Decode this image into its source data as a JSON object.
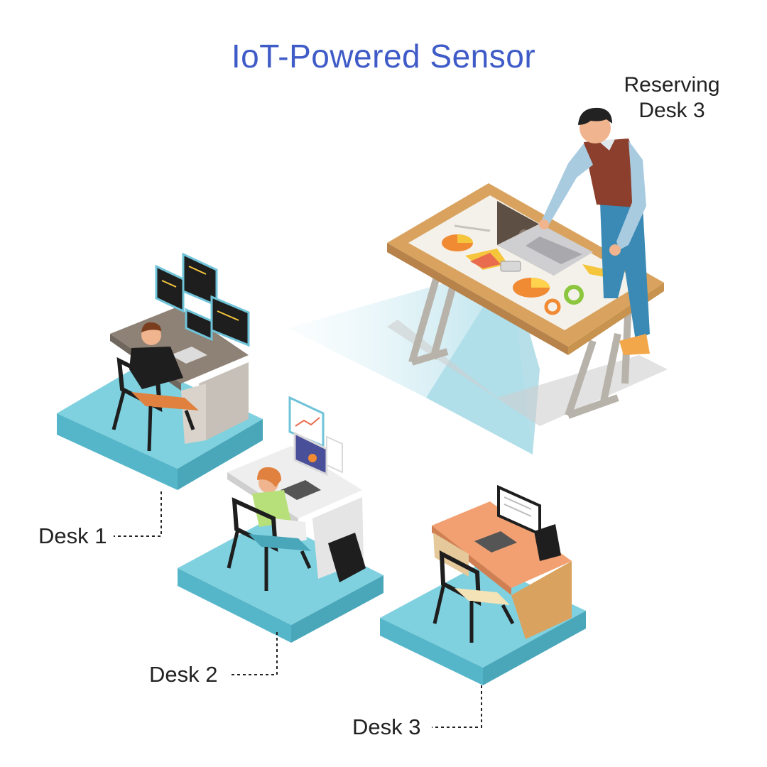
{
  "title": "IoT-Powered Sensor",
  "reservation": {
    "line1": "Reserving",
    "line2": "Desk 3"
  },
  "desks": [
    {
      "label": "Desk 1"
    },
    {
      "label": "Desk 2"
    },
    {
      "label": "Desk 3"
    }
  ],
  "colors": {
    "title": "#3f5bc7",
    "platform_top": "#7fd1e0",
    "platform_side": "#56b6c9",
    "sensor_beam": "#8fd3e3",
    "table_rim": "#d9a35f"
  }
}
